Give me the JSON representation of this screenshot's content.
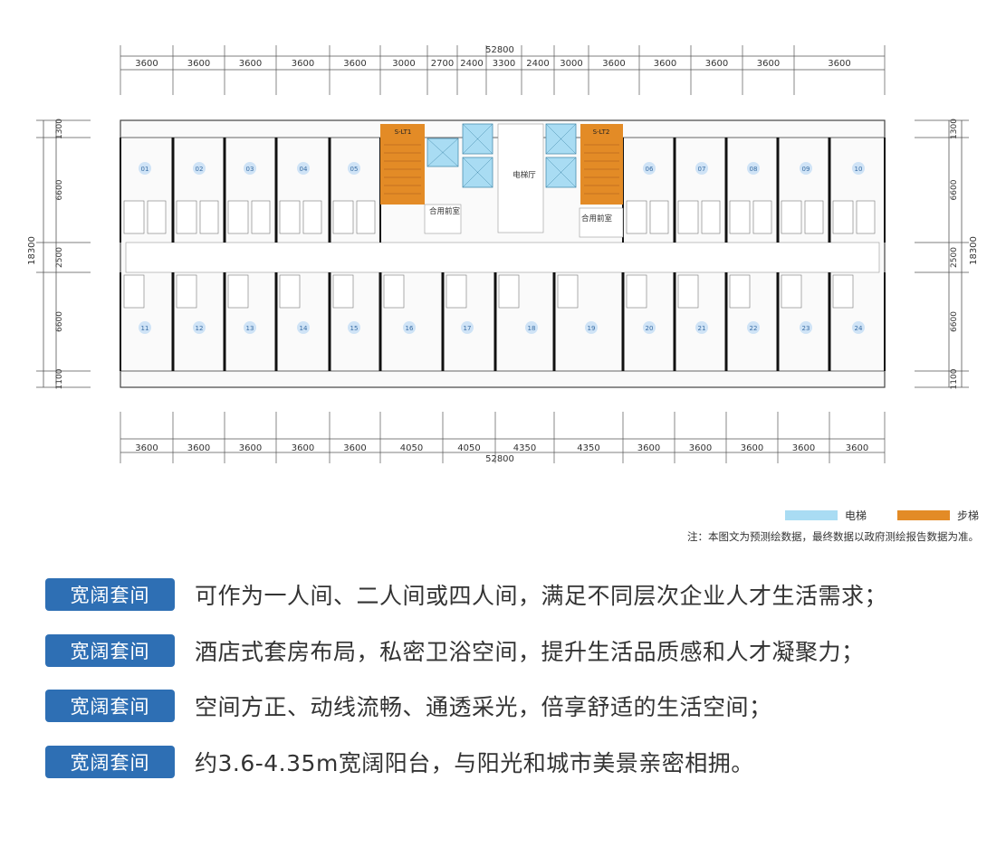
{
  "dims": {
    "top_total": "52800",
    "top_segments": [
      "3600",
      "3600",
      "3600",
      "3600",
      "3600",
      "3000",
      "2700",
      "2400",
      "3300",
      "2400",
      "3000",
      "3600",
      "3600",
      "3600",
      "3600",
      "3600"
    ],
    "bottom_total": "52800",
    "bottom_segments": [
      "3600",
      "3600",
      "3600",
      "3600",
      "3600",
      "4050",
      "4050",
      "4350",
      "4350",
      "3600",
      "3600",
      "3600",
      "3600",
      "3600"
    ],
    "side_total": "18300",
    "side_segments": [
      "1300",
      "6600",
      "2500",
      "6600",
      "1100"
    ]
  },
  "plan": {
    "top_rooms": [
      "01",
      "02",
      "03",
      "04",
      "05",
      "06",
      "07",
      "08",
      "09",
      "10"
    ],
    "bottom_rooms": [
      "11",
      "12",
      "13",
      "14",
      "15",
      "16",
      "17",
      "18",
      "19",
      "20",
      "21",
      "22",
      "23",
      "24"
    ],
    "stair_left": "S-LT1",
    "stair_right": "S-LT2",
    "lobby": "电梯厅",
    "front_left": "合用前室",
    "front_right": "合用前室"
  },
  "legend": {
    "elevator": "电梯",
    "stairs": "步梯"
  },
  "colors": {
    "elevator": "#a9dcf3",
    "stairs": "#e38b26",
    "badge": "#2e6fb4",
    "room_dot": "#cfe3f6"
  },
  "note": "注：本图文为预测绘数据，最终数据以政府测绘报告数据为准。",
  "features": [
    {
      "badge": "宽阔套间",
      "text": "可作为一人间、二人间或四人间，满足不同层次企业人才生活需求；"
    },
    {
      "badge": "宽阔套间",
      "text": "酒店式套房布局，私密卫浴空间，提升生活品质感和人才凝聚力；"
    },
    {
      "badge": "宽阔套间",
      "text": "空间方正、动线流畅、通透采光，倍享舒适的生活空间；"
    },
    {
      "badge": "宽阔套间",
      "text": "约3.6-4.35m宽阔阳台，与阳光和城市美景亲密相拥。"
    }
  ]
}
